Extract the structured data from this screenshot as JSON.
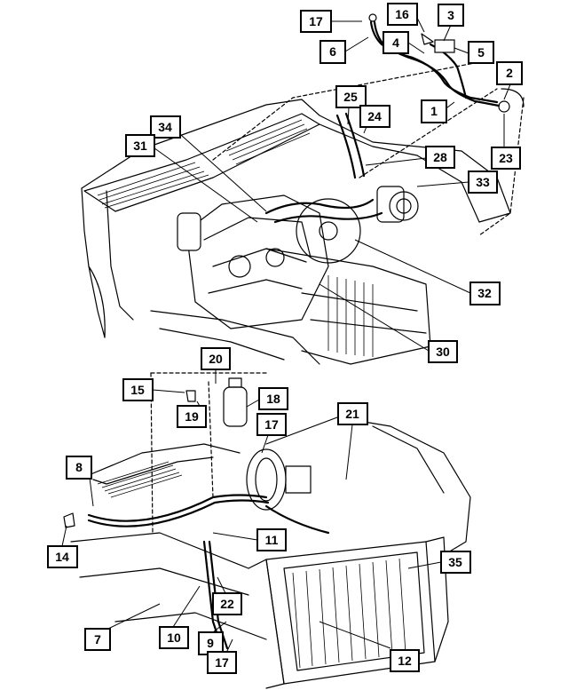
{
  "callouts": [
    "17",
    "16",
    "3",
    "6",
    "4",
    "5",
    "2",
    "1",
    "25",
    "24",
    "23",
    "34",
    "31",
    "28",
    "33",
    "32",
    "30",
    "20",
    "15",
    "18",
    "19",
    "17",
    "21",
    "8",
    "14",
    "11",
    "35",
    "22",
    "7",
    "10",
    "9",
    "17",
    "12"
  ]
}
